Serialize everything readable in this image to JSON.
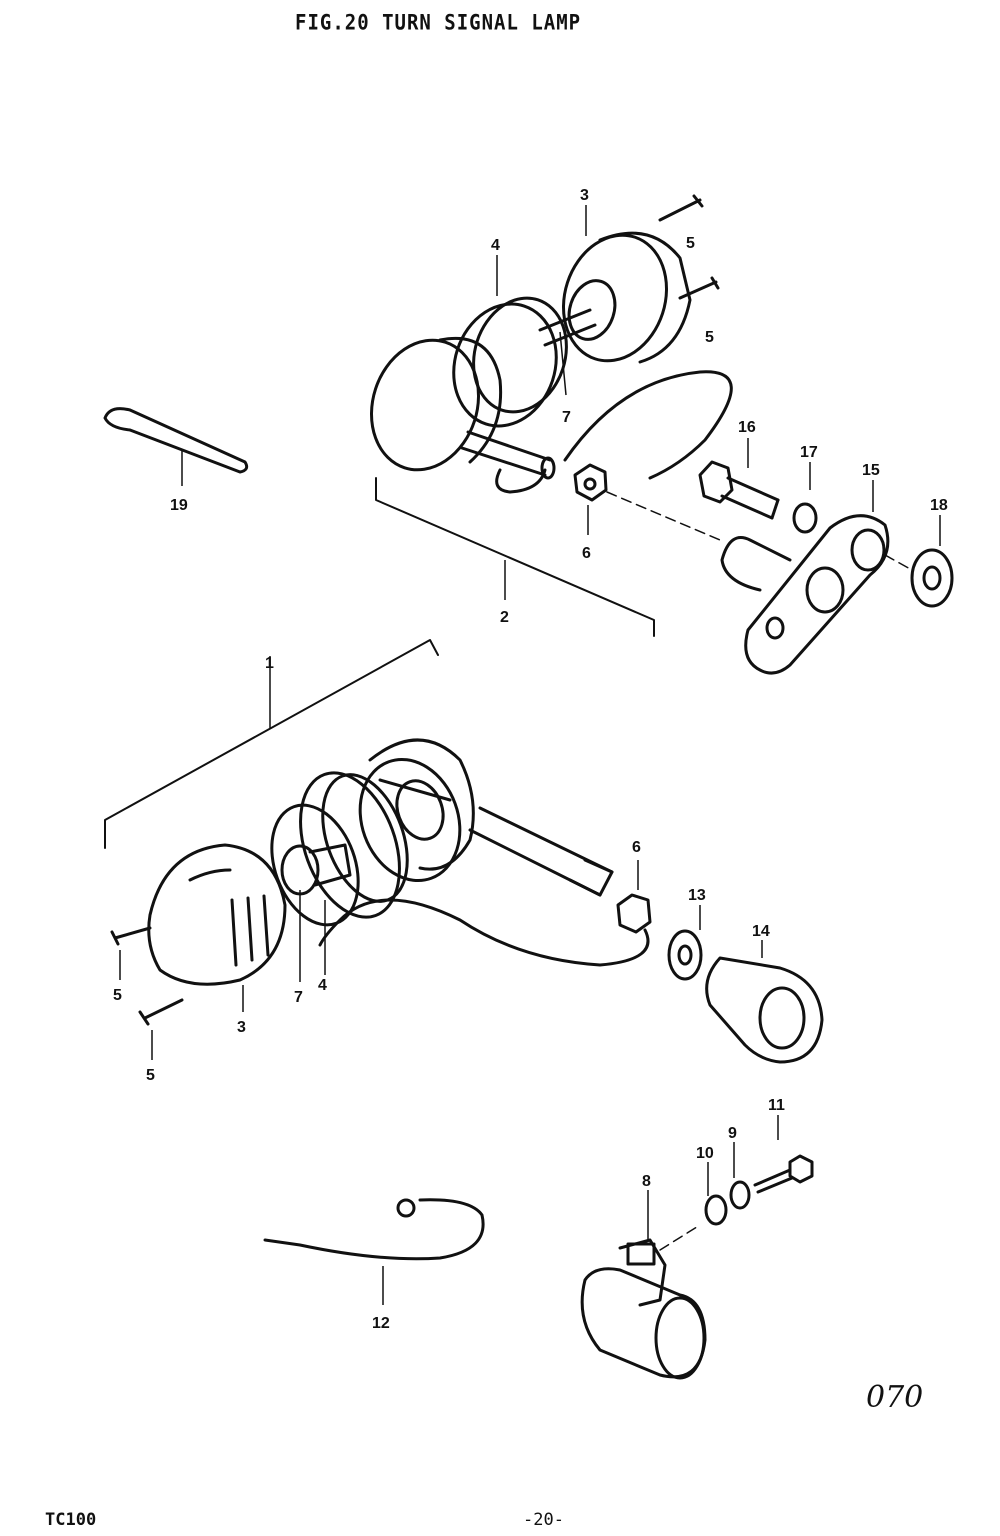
{
  "header": {
    "title": "FIG.20 TURN SIGNAL LAMP"
  },
  "footer": {
    "model": "TC100",
    "page_number": "-20-",
    "page_code": "070"
  },
  "colors": {
    "ink": "#111111",
    "paper": "#ffffff"
  },
  "callouts": [
    {
      "id": "c3a",
      "label": "3"
    },
    {
      "id": "c4a",
      "label": "4"
    },
    {
      "id": "c5a",
      "label": "5"
    },
    {
      "id": "c5b",
      "label": "5"
    },
    {
      "id": "c7a",
      "label": "7"
    },
    {
      "id": "c16",
      "label": "16"
    },
    {
      "id": "c17",
      "label": "17"
    },
    {
      "id": "c15",
      "label": "15"
    },
    {
      "id": "c18",
      "label": "18"
    },
    {
      "id": "c19",
      "label": "19"
    },
    {
      "id": "c6a",
      "label": "6"
    },
    {
      "id": "c2",
      "label": "2"
    },
    {
      "id": "c1",
      "label": "1"
    },
    {
      "id": "c6b",
      "label": "6"
    },
    {
      "id": "c13",
      "label": "13"
    },
    {
      "id": "c14",
      "label": "14"
    },
    {
      "id": "c5c",
      "label": "5"
    },
    {
      "id": "c5d",
      "label": "5"
    },
    {
      "id": "c3b",
      "label": "3"
    },
    {
      "id": "c7b",
      "label": "7"
    },
    {
      "id": "c4b",
      "label": "4"
    },
    {
      "id": "c11",
      "label": "11"
    },
    {
      "id": "c9",
      "label": "9"
    },
    {
      "id": "c10",
      "label": "10"
    },
    {
      "id": "c8",
      "label": "8"
    },
    {
      "id": "c12",
      "label": "12"
    }
  ]
}
